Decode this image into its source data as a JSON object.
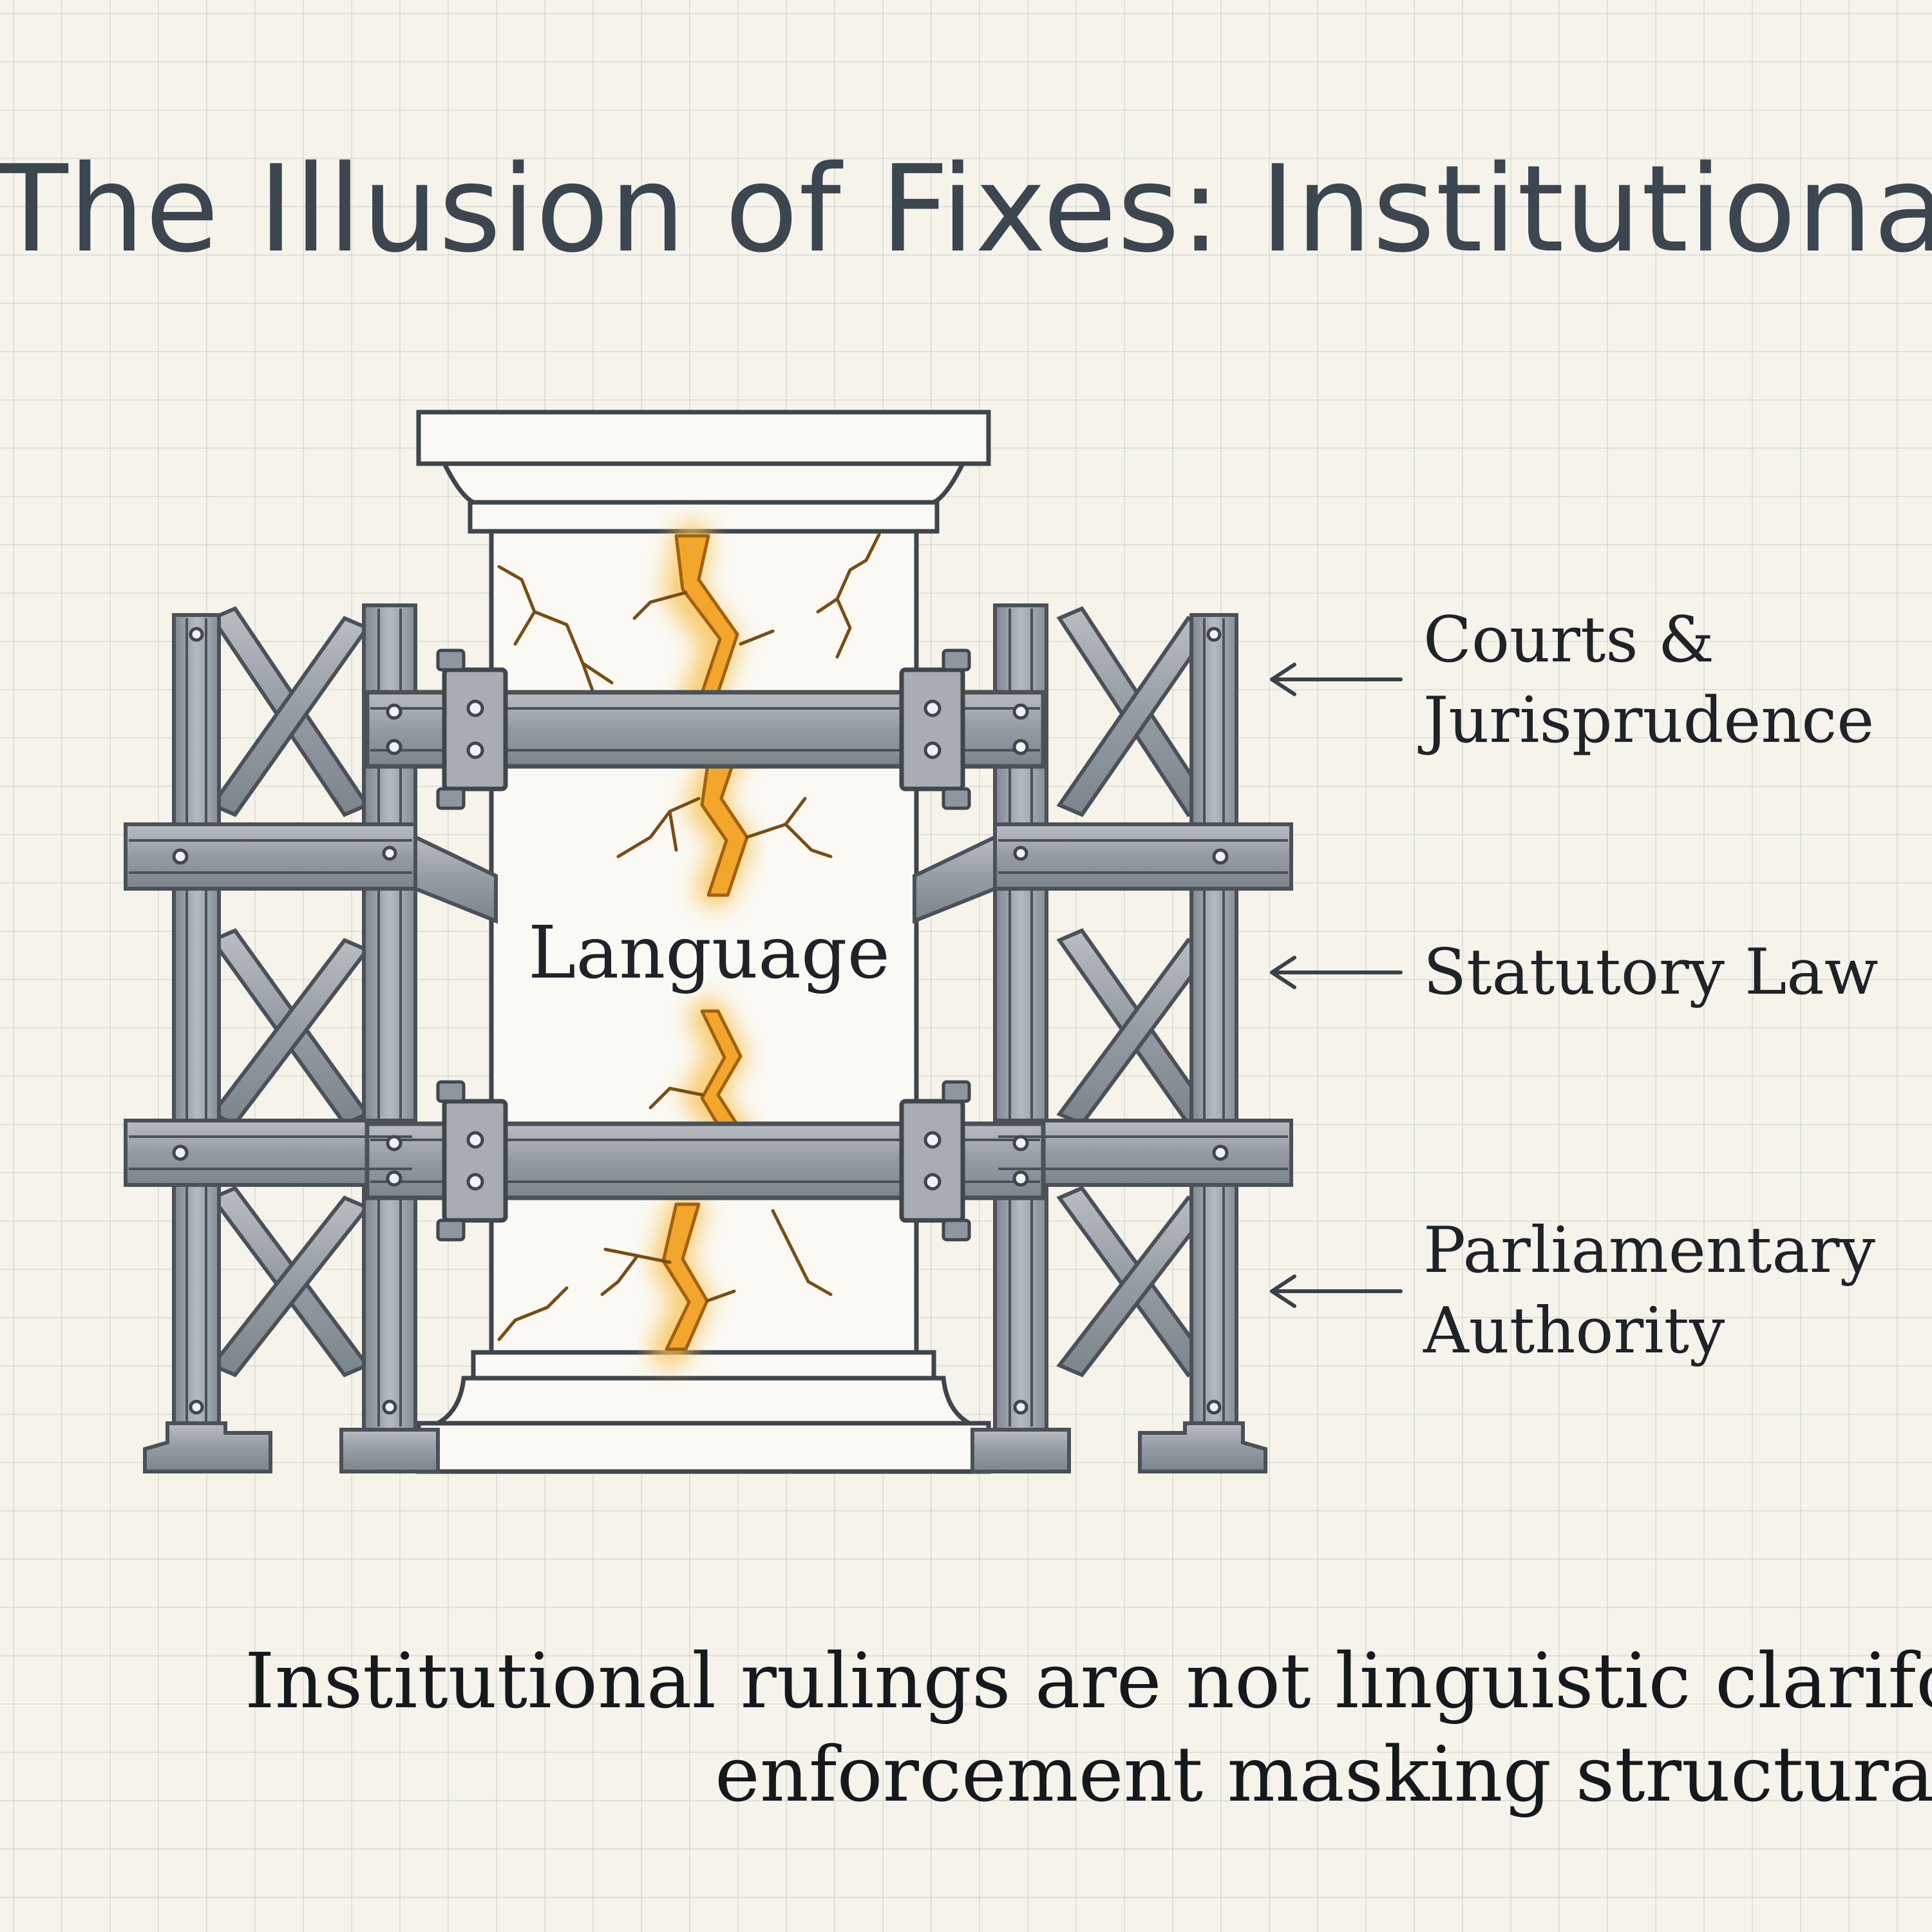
{
  "title": "The Illusion of Fixes: Institutional S",
  "pillar": {
    "label": "Language"
  },
  "supports": [
    {
      "line1": "Courts &",
      "line2": "Jurisprudence"
    },
    {
      "line1": "Statutory Law",
      "line2": ""
    },
    {
      "line1": "Parliamentary",
      "line2": "Authority"
    }
  ],
  "caption": {
    "line1": "Institutional rulings are not linguistic clarifcation",
    "line2": "enforcement masking structural ins"
  },
  "colors": {
    "background": "#f6f3ea",
    "steel": "#9aa1a8",
    "steel_outline": "#4a5158",
    "crack_glow": "#f4b43c",
    "text": "#1f2327"
  }
}
